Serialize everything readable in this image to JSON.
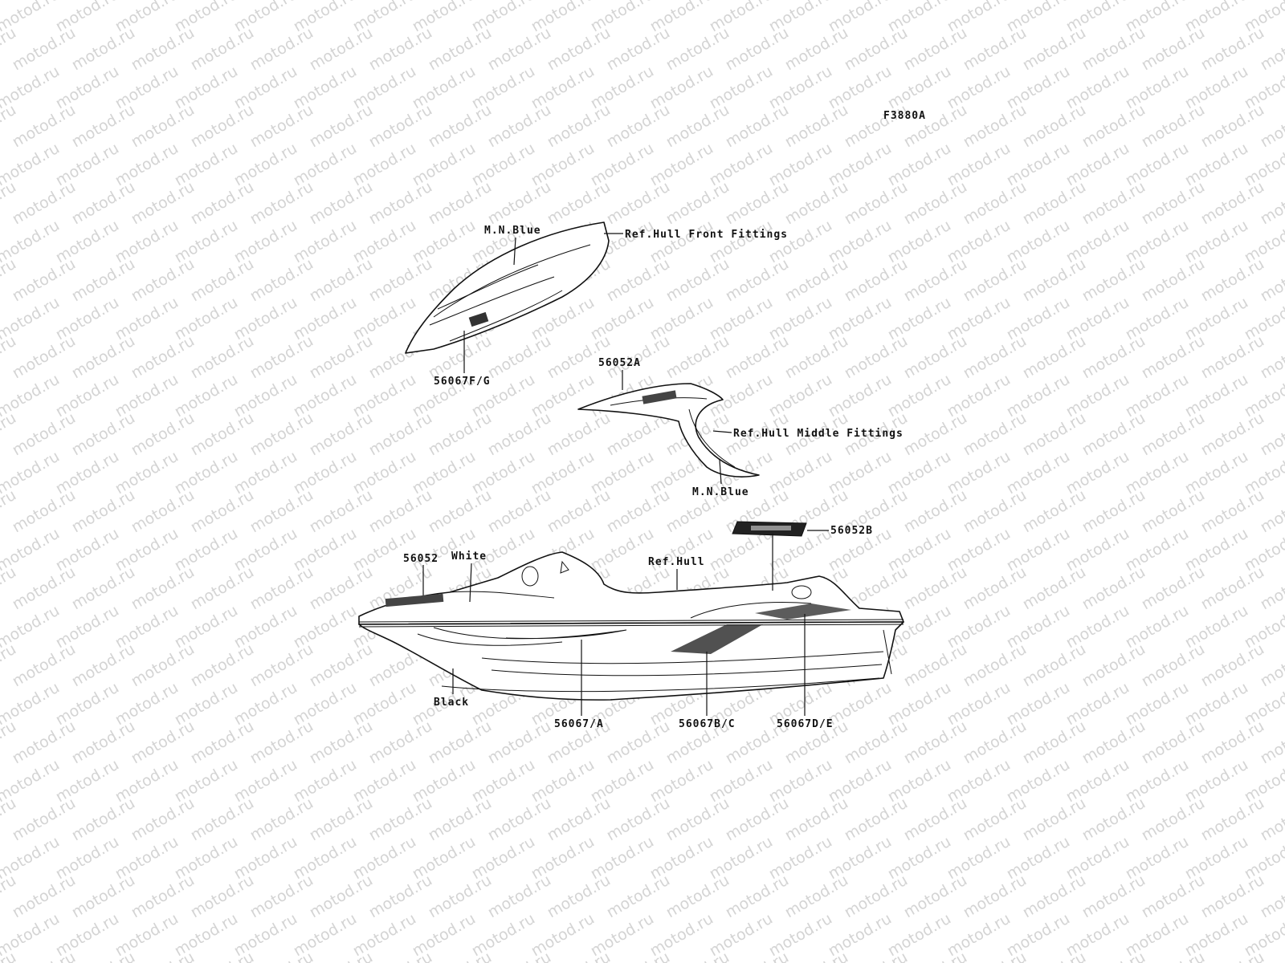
{
  "figure_code": "F3880A",
  "watermark": "motod.ru",
  "labels": {
    "mn_blue_top": "M.N.Blue",
    "ref_hull_front": "Ref.Hull Front Fittings",
    "p56067fg": "56067F/G",
    "p56052a": "56052A",
    "ref_hull_middle": "Ref.Hull Middle Fittings",
    "mn_blue_mid": "M.N.Blue",
    "p56052b": "56052B",
    "p56052": "56052",
    "white": "White",
    "ref_hull": "Ref.Hull",
    "black": "Black",
    "p56067a": "56067/A",
    "p56067bc": "56067B/C",
    "p56067de": "56067D/E"
  }
}
